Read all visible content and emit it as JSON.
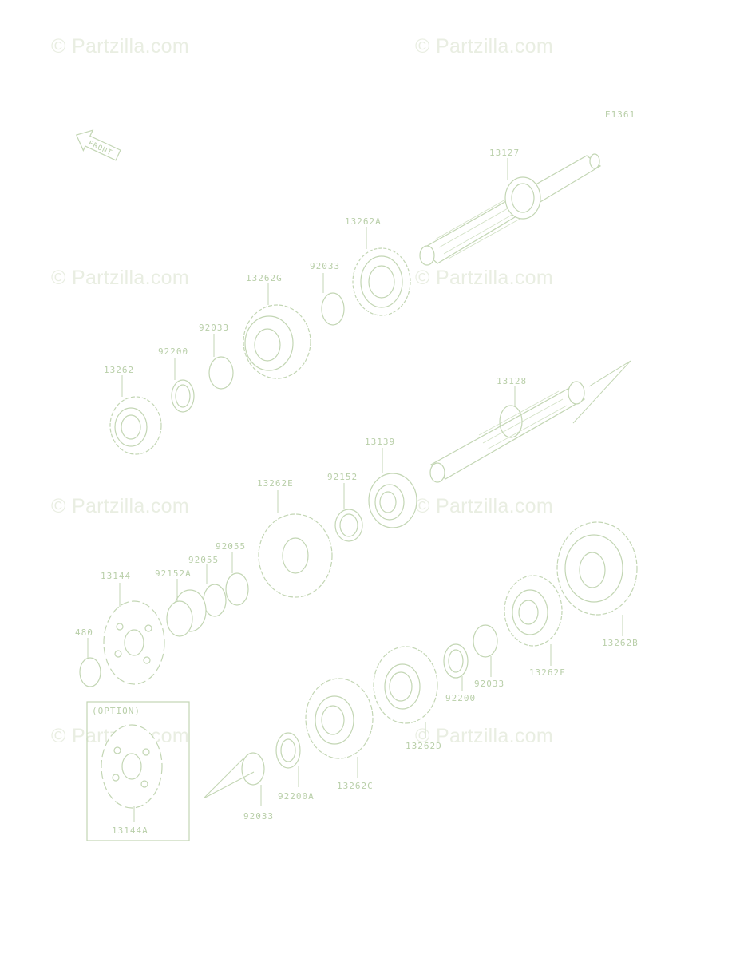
{
  "watermark": "© Partzilla.com",
  "diagram_code": "E1361",
  "front_arrow_label": "FRONT",
  "option_label": "(OPTION)",
  "parts": {
    "p13127": "13127",
    "p13262A": "13262A",
    "p92033_a": "92033",
    "p13262G": "13262G",
    "p92033_b": "92033",
    "p92200_a": "92200",
    "p13262": "13262",
    "p13128": "13128",
    "p13139": "13139",
    "p92152": "92152",
    "p13262E": "13262E",
    "p92055_a": "92055",
    "p92055_b": "92055",
    "p92152A": "92152A",
    "p13144": "13144",
    "p480": "480",
    "p13262B": "13262B",
    "p13262F": "13262F",
    "p92033_c": "92033",
    "p92200_b": "92200",
    "p13262D": "13262D",
    "p13262C": "13262C",
    "p92200A": "92200A",
    "p92033_d": "92033",
    "p13144A": "13144A"
  },
  "colors": {
    "line": "#c3d6b4",
    "label": "#b9cfa9",
    "watermark": "#e9eee2"
  }
}
